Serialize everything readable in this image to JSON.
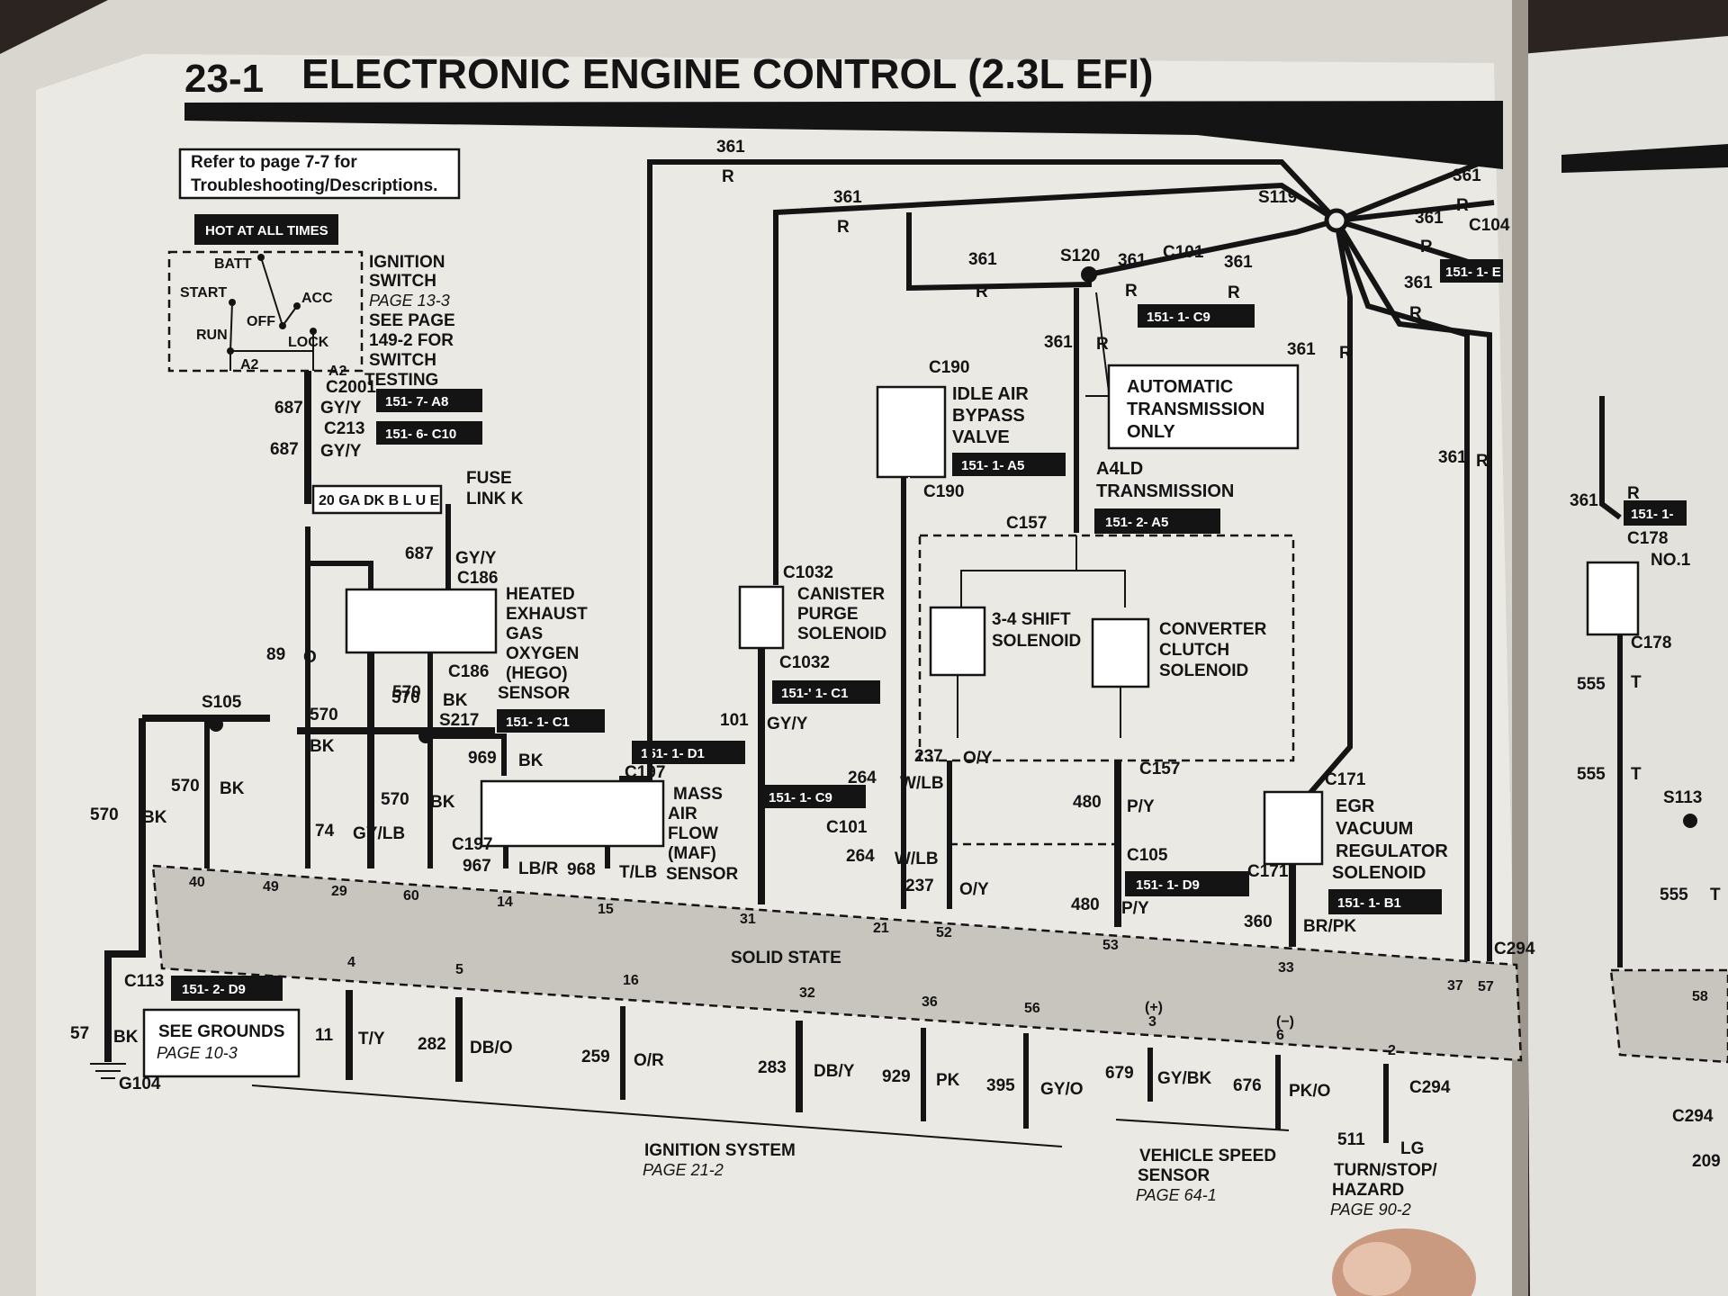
{
  "header": {
    "section_number": "23-1",
    "title": "ELECTRONIC ENGINE CONTROL (2.3L EFI)"
  },
  "notes": {
    "refer_line1": "Refer to page 7-7 for",
    "refer_line2": "Troubleshooting/Descriptions.",
    "hot_label": "HOT AT ALL TIMES"
  },
  "ignition_switch": {
    "batt": "BATT",
    "start": "START",
    "acc": "ACC",
    "off": "OFF",
    "run": "RUN",
    "lock": "LOCK",
    "a2": "A2",
    "label_lines": [
      "IGNITION",
      "SWITCH",
      "PAGE 13-3",
      "SEE PAGE",
      "149-2  FOR",
      "SWITCH",
      "TESTING"
    ]
  },
  "fuse": {
    "wire_label": "20 GA DK B L U E",
    "name_lines": [
      "FUSE",
      "LINK K"
    ]
  },
  "components": {
    "hego": [
      "HEATED",
      "EXHAUST",
      "GAS",
      "OXYGEN",
      "(HEGO)",
      "SENSOR"
    ],
    "maf": [
      "MASS",
      "AIR",
      "FLOW",
      "(MAF)",
      "SENSOR"
    ],
    "canister": [
      "CANISTER",
      "PURGE",
      "SOLENOID"
    ],
    "iab": [
      "IDLE AIR",
      "BYPASS",
      "VALVE"
    ],
    "auto_trans": [
      "AUTOMATIC",
      "TRANSMISSION",
      "ONLY"
    ],
    "a4ld": [
      "A4LD",
      "TRANSMISSION"
    ],
    "shift": [
      "3-4 SHIFT",
      "SOLENOID"
    ],
    "converter": [
      "CONVERTER",
      "CLUTCH",
      "SOLENOID"
    ],
    "egr": [
      "EGR",
      "VACUUM",
      "REGULATOR",
      "SOLENOID"
    ],
    "no1": "NO.1",
    "solid_state": "SOLID STATE"
  },
  "connectors": {
    "C2001": "C2001",
    "C213": "C213",
    "C186": "C186",
    "C197": "C197",
    "C1032": "C1032",
    "C190": "C190",
    "C101": "C101",
    "C157": "C157",
    "C105": "C105",
    "C171": "C171",
    "C113": "C113",
    "C294": "C294",
    "C104": "C104",
    "C178": "C178",
    "S105": "S105",
    "S217": "S217",
    "S120": "S120",
    "S119": "S119",
    "S113": "S113",
    "G104": "G104"
  },
  "refs": {
    "r_a8": "151-  7-   A8",
    "r_c10": "151-  6-  C10",
    "r_hego": "151-   1-   C1",
    "r_maf": "151-   1-   D1",
    "r_cp": "151-'   1-   C1",
    "r_c9b": "151-   1-   C9",
    "r_iab": "151-   1-   A5",
    "r_c9": "151-   1-   C9",
    "r_a5": "151-   2-   A5",
    "r_d9": "151-   1-   D9",
    "r_b1": "151-   1-   B1",
    "r_c113": "151-   2-   D9",
    "r_e": "151-   1-   E",
    "r_side": "151-   1-"
  },
  "wires": {
    "w361": "361",
    "R": "R",
    "w687": "687",
    "GYY": "GY/Y",
    "w89": "89",
    "O": "O",
    "w570": "570",
    "BK": "BK",
    "w74": "74",
    "GYLB": "GY/LB",
    "w969": "969",
    "w967": "967",
    "LBR": "LB/R",
    "w968": "968",
    "TLB": "T/LB",
    "w101": "101",
    "w264": "264",
    "WLB": "W/LB",
    "w237": "237",
    "OY": "O/Y",
    "w480": "480",
    "PY": "P/Y",
    "w360": "360",
    "BRPK": "BR/PK",
    "w57": "57",
    "w11": "11",
    "TY": "T/Y",
    "w282": "282",
    "DBO": "DB/O",
    "w259": "259",
    "OR": "O/R",
    "w283": "283",
    "DBY": "DB/Y",
    "w929": "929",
    "PK": "PK",
    "w395": "395",
    "GYO": "GY/O",
    "w679": "679",
    "GYBK": "GY/BK",
    "w676": "676",
    "PKO": "PK/O",
    "w511": "511",
    "LG": "LG",
    "w555": "555",
    "T": "T"
  },
  "pins": {
    "p40": "40",
    "p49": "49",
    "p29": "29",
    "p60": "60",
    "p14": "14",
    "p15": "15",
    "p31": "31",
    "p21": "21",
    "p52": "52",
    "p53": "53",
    "p33": "33",
    "p37": "37",
    "p57": "57",
    "p4": "4",
    "p5": "5",
    "p16": "16",
    "p32": "32",
    "p36": "36",
    "p56": "56",
    "p3": "3",
    "p3s": "(+)",
    "p6": "6",
    "p6s": "(−)",
    "p2": "2",
    "p58": "58",
    "p209": "209"
  },
  "bottom": {
    "see_grounds": "SEE GROUNDS",
    "grounds_page": "PAGE 10-3",
    "ignition": "IGNITION SYSTEM",
    "ignition_page": "PAGE 21-2",
    "vss": [
      "VEHICLE SPEED",
      "SENSOR"
    ],
    "vss_page": "PAGE 64-1",
    "turn": [
      "TURN/STOP/",
      "HAZARD"
    ],
    "turn_page": "PAGE 90-2"
  }
}
